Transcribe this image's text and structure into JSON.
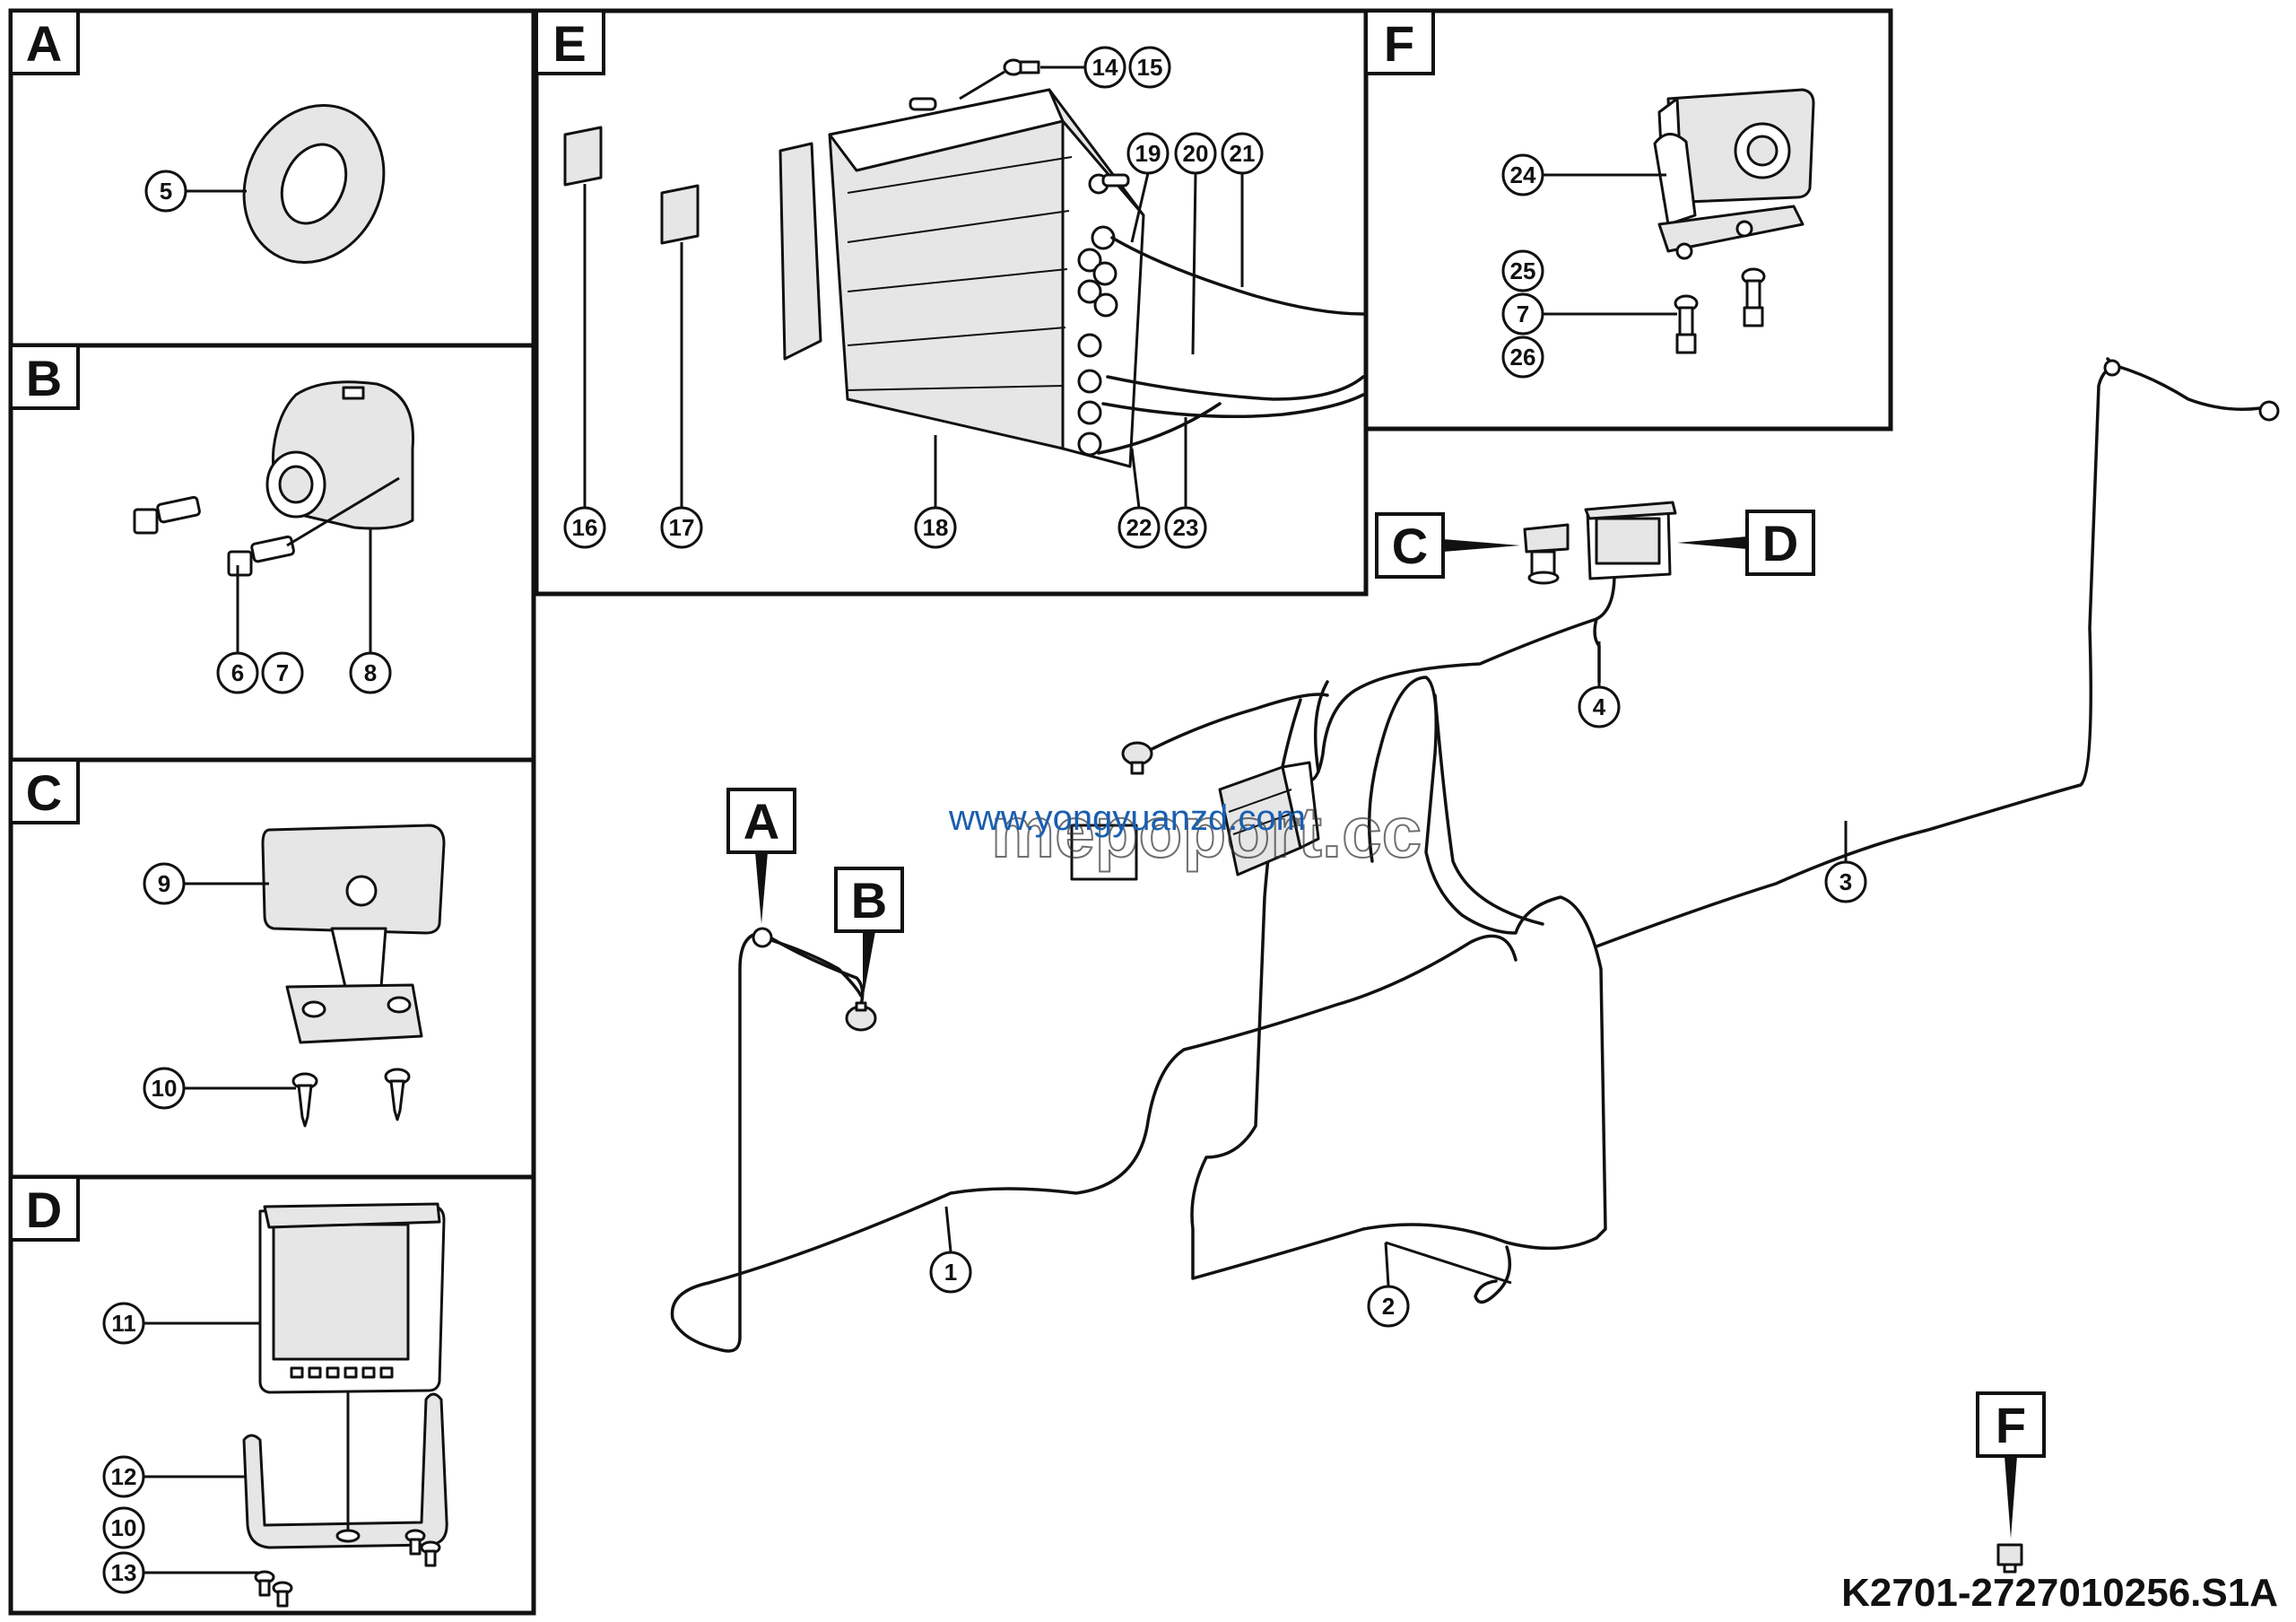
{
  "panels": {
    "A": {
      "tag": "A",
      "callouts": [
        "5"
      ]
    },
    "B": {
      "tag": "B",
      "callouts": [
        "6",
        "7",
        "8"
      ]
    },
    "C": {
      "tag": "C",
      "callouts": [
        "9",
        "10"
      ]
    },
    "D": {
      "tag": "D",
      "callouts": [
        "11",
        "12",
        "10",
        "13"
      ]
    },
    "E": {
      "tag": "E",
      "callouts": [
        "14",
        "15",
        "19",
        "20",
        "21",
        "16",
        "17",
        "18",
        "22",
        "23"
      ]
    },
    "F": {
      "tag": "F",
      "callouts": [
        "24",
        "25",
        "7",
        "26"
      ]
    }
  },
  "main_view": {
    "refs": [
      "A",
      "B",
      "C",
      "D",
      "F"
    ],
    "callouts": [
      "1",
      "2",
      "3",
      "4"
    ]
  },
  "watermark": {
    "url": "www.yongyuanzd.com",
    "text": "mepoport.cc"
  },
  "drawing_code": "K2701-2727010256.S1A",
  "colors": {
    "line": "#111111",
    "watermark_url": "#1a5fb0",
    "background": "#ffffff"
  }
}
